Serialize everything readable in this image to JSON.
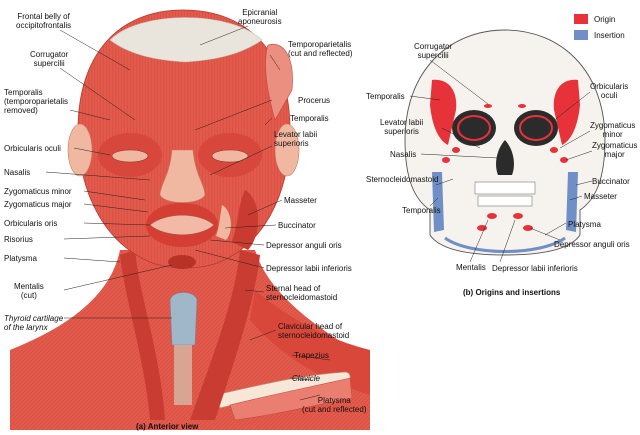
{
  "colors": {
    "origin": "#e8323a",
    "insertion": "#6f8fc6",
    "muscle": "#e2584a",
    "bone": "#f4f1ea"
  },
  "legend": {
    "origin": "Origin",
    "insertion": "Insertion"
  },
  "panel_a": {
    "caption": "(a) Anterior view",
    "labels": {
      "frontal_belly": "Frontal belly of\noccipitofrontalis",
      "epicranial": "Epicranial\naponeurosis",
      "corrugator": "Corrugator\nsupercilii",
      "temporoparietalis": "Temporoparietalis\n(cut and reflected)",
      "procerus": "Procerus",
      "temporalis_removed": "Temporalis\n(temporoparietalis\nremoved)",
      "temporalis": "Temporalis",
      "orbicularis_oculi": "Orbicularis oculi",
      "levator": "Levator labii\nsuperioris",
      "nasalis": "Nasalis",
      "zyg_minor": "Zygomaticus minor",
      "zyg_major": "Zygomaticus major",
      "masseter": "Masseter",
      "orbicularis_oris": "Orbicularis oris",
      "buccinator": "Buccinator",
      "risorius": "Risorius",
      "dep_anguli": "Depressor anguli oris",
      "platysma": "Platysma",
      "dep_labii": "Depressor labii inferioris",
      "mentalis": "Mentalis\n(cut)",
      "sternal": "Sternal head of\nsternocleidomastoid",
      "thyroid": "Thyroid cartilage\nof the larynx",
      "clavicular": "Clavicular head of\nsternocleidomastoid",
      "trapezius": "Trapezius",
      "clavicle": "Clavicle",
      "platysma_cut": "Platysma\n(cut and reflected)"
    }
  },
  "panel_b": {
    "caption": "(b) Origins and insertions",
    "labels": {
      "corrugator": "Corrugator\nsupercilii",
      "orbicularis_oculi": "Orbicularis\noculi",
      "temporalis_top": "Temporalis",
      "zyg_minor": "Zygomaticus\nminor",
      "levator": "Levator labii\nsuperioris",
      "zyg_major": "Zygomaticus\nmajor",
      "nasalis": "Nasalis",
      "sternocleido": "Sternocleidomastoid",
      "buccinator": "Buccinator",
      "masseter": "Masseter",
      "temporalis_low": "Temporalis",
      "platysma": "Platysma",
      "dep_anguli": "Depressor anguli oris",
      "mentalis": "Mentalis",
      "dep_labii": "Depressor labii inferioris"
    }
  }
}
